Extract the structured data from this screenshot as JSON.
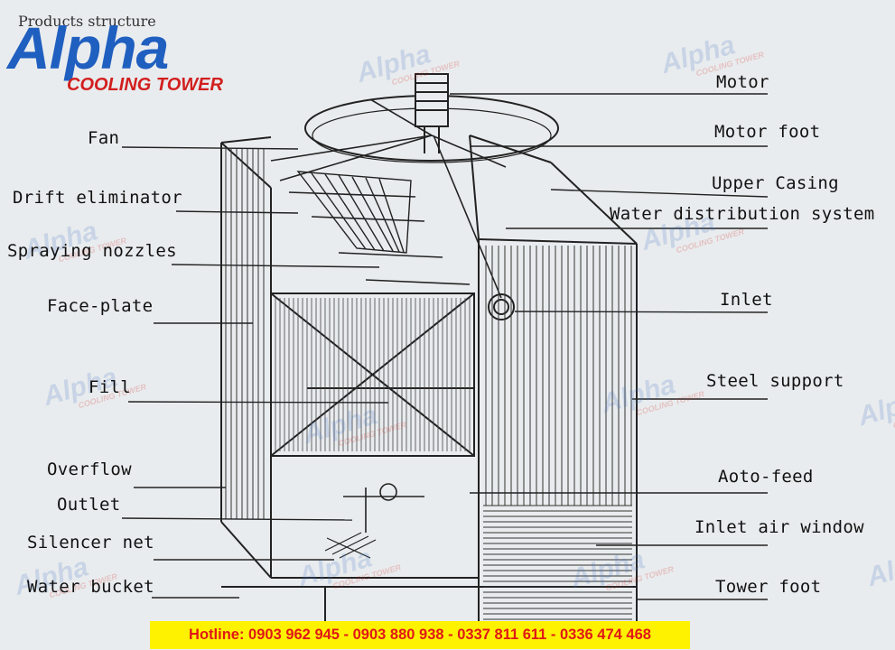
{
  "header": "Products structure",
  "logo": {
    "main": "Alpha",
    "sub": "COOLING TOWER"
  },
  "labels_left": [
    "Fan",
    "Drift eliminator",
    "Spraying nozzles",
    "Face-plate",
    "Fill",
    "Overflow",
    "Outlet",
    "Silencer net",
    "Water bucket"
  ],
  "labels_right": [
    "Motor",
    "Motor foot",
    "Upper Casing",
    "Water distribution system",
    "Inlet",
    "Steel support",
    "Aoto-feed",
    "Inlet air window",
    "Tower foot"
  ],
  "watermark": {
    "main": "Alpha",
    "sub": "COOLING TOWER"
  },
  "hotline": "Hotline: 0903 962 945 - 0903 880 938 - 0337 811 611 - 0336 474 468",
  "colors": {
    "logo_blue": "#1f5fc0",
    "logo_red": "#d21f1f",
    "hotline_bg": "#fff200",
    "hotline_text": "#e01818"
  }
}
